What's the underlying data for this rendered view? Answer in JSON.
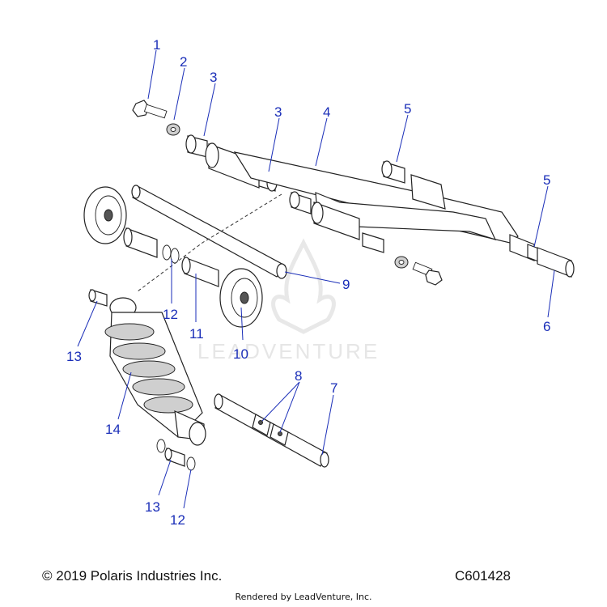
{
  "callouts": [
    {
      "id": "c1",
      "label": "1"
    },
    {
      "id": "c2",
      "label": "2"
    },
    {
      "id": "c3a",
      "label": "3"
    },
    {
      "id": "c3b",
      "label": "3"
    },
    {
      "id": "c4",
      "label": "4"
    },
    {
      "id": "c5a",
      "label": "5"
    },
    {
      "id": "c5b",
      "label": "5"
    },
    {
      "id": "c6",
      "label": "6"
    },
    {
      "id": "c7",
      "label": "7"
    },
    {
      "id": "c8",
      "label": "8"
    },
    {
      "id": "c9",
      "label": "9"
    },
    {
      "id": "c10",
      "label": "10"
    },
    {
      "id": "c11",
      "label": "11"
    },
    {
      "id": "c12a",
      "label": "12"
    },
    {
      "id": "c12b",
      "label": "12"
    },
    {
      "id": "c13a",
      "label": "13"
    },
    {
      "id": "c13b",
      "label": "13"
    },
    {
      "id": "c14",
      "label": "14"
    }
  ],
  "watermark": {
    "text": "LEADVENTURE",
    "logo": "leadventure-flame-logo"
  },
  "footer": {
    "copyright": "© 2019 Polaris Industries Inc.",
    "drawing_id": "C601428",
    "rendered_by": "Rendered by LeadVenture, Inc."
  },
  "colors": {
    "callout": "#1a2eb8",
    "line_art": "#222222",
    "watermark": "#e6e6e6"
  }
}
